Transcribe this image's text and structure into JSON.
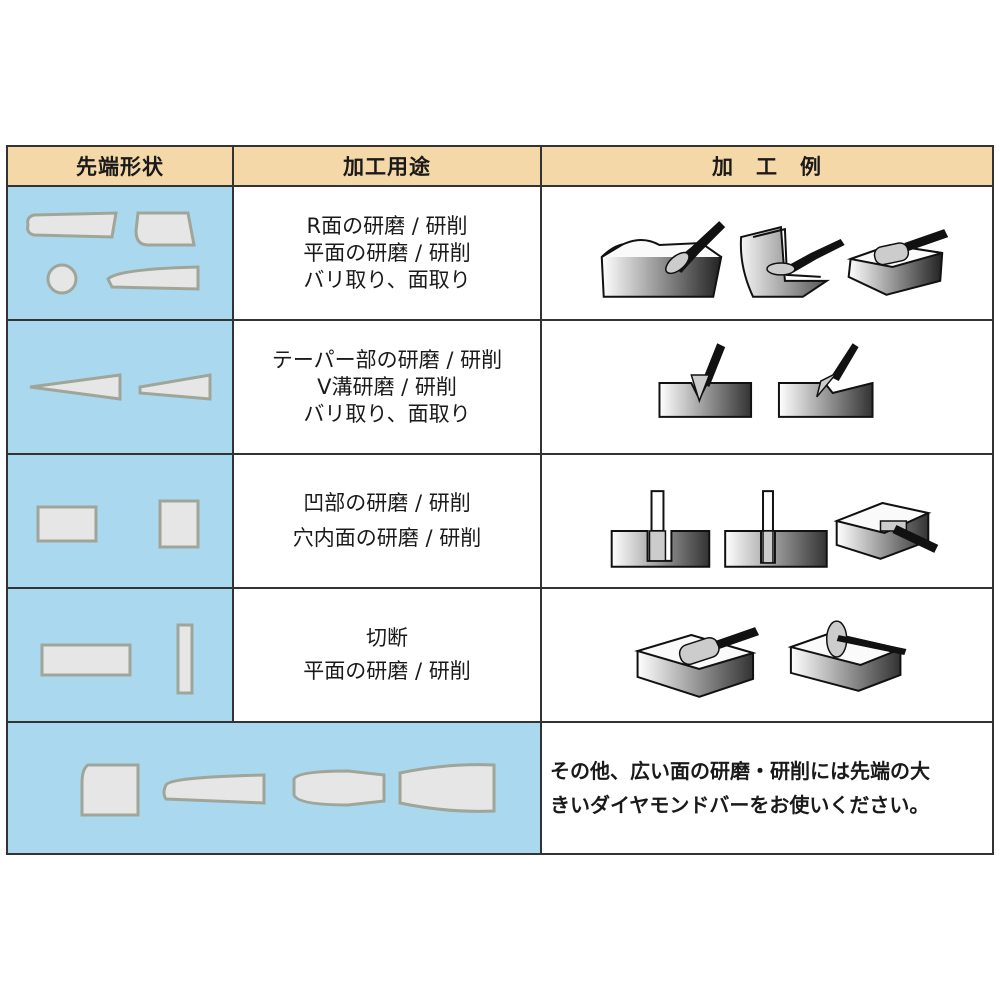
{
  "table": {
    "headers": [
      "先端形状",
      "加工用途",
      "加　工　例"
    ],
    "rows": [
      {
        "uses": [
          "R面の研磨 / 研削",
          "平面の研磨 / 研削",
          "バリ取り、面取り"
        ]
      },
      {
        "uses": [
          "テーパー部の研磨 / 研削",
          "V溝研磨 / 研削",
          "バリ取り、面取り"
        ]
      },
      {
        "uses": [
          "凹部の研磨 / 研削",
          "穴内面の研磨 / 研削"
        ]
      },
      {
        "uses": [
          "切断",
          "平面の研磨 / 研削"
        ]
      }
    ],
    "note": [
      "その他、広い面の研磨・研削には先端の大",
      "きいダイヤモンドバーをお使いください。"
    ]
  },
  "colors": {
    "header_bg": "#f4d8a8",
    "shape_bg": "#aad9ef",
    "shape_fill": "#e6e6e6",
    "shape_stroke": "#a0a59a"
  }
}
